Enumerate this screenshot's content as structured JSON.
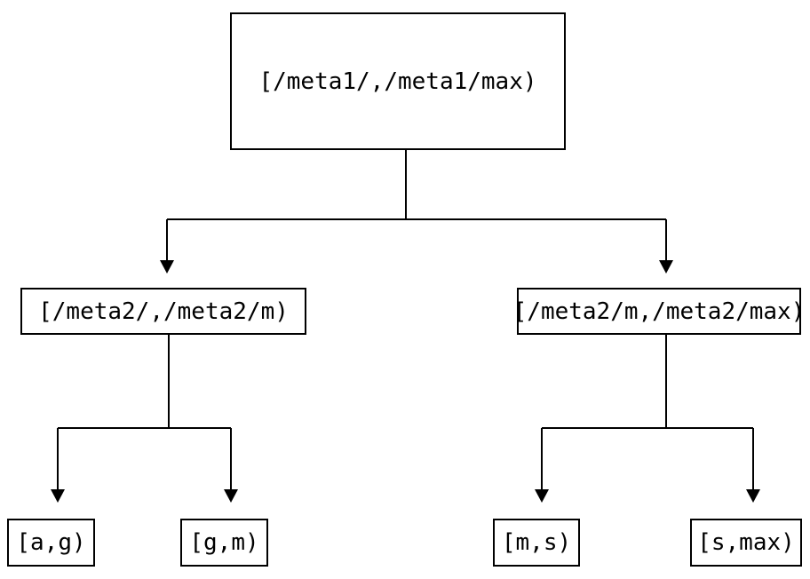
{
  "diagram": {
    "type": "binary-range-partition-tree",
    "background_color": "#ffffff",
    "line_color": "#000000",
    "box_border_color": "#000000",
    "text_color": "#000000",
    "nodes": {
      "root": {
        "label": "[/meta1/,/meta1/max)"
      },
      "left": {
        "label": "[/meta2/,/meta2/m)"
      },
      "right": {
        "label": "[/meta2/m,/meta2/max)"
      },
      "leaf_ag": {
        "label": "[a,g)"
      },
      "leaf_gm": {
        "label": "[g,m)"
      },
      "leaf_ms": {
        "label": "[m,s)"
      },
      "leaf_smax": {
        "label": "[s,max)"
      }
    },
    "edges": [
      {
        "from": "root",
        "to": "left"
      },
      {
        "from": "root",
        "to": "right"
      },
      {
        "from": "left",
        "to": "leaf_ag"
      },
      {
        "from": "left",
        "to": "leaf_gm"
      },
      {
        "from": "right",
        "to": "leaf_ms"
      },
      {
        "from": "right",
        "to": "leaf_smax"
      }
    ]
  }
}
